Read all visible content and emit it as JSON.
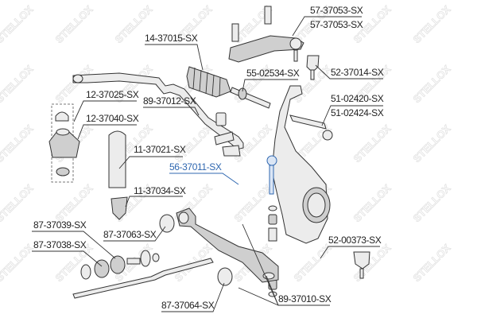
{
  "watermark": "STELLOX",
  "highlight_color": "#2f67b0",
  "labels": {
    "upper_arm_a": "57-37053-SX",
    "upper_arm_b": "57-37053-SX",
    "rack_boot": "14-37015-SX",
    "upper_ball_joint": "52-37014-SX",
    "tie_rod_axial": "55-02534-SX",
    "strut_mount_cap": "12-37025-SX",
    "stab_bushing": "89-37012-SX",
    "tie_rod_end_a": "51-02420-SX",
    "tie_rod_end_b": "51-02424-SX",
    "strut_mount": "12-37040-SX",
    "dust_boot": "11-37021-SX",
    "stab_link": "56-37011-SX",
    "bump_stop": "11-37034-SX",
    "radius_bushing_a": "87-37039-SX",
    "arm_bushing_front": "87-37063-SX",
    "lower_ball_joint": "52-00373-SX",
    "radius_bushing_b": "87-37038-SX",
    "arm_bushing_rear": "87-37064-SX",
    "link_bushing_kit": "89-37010-SX"
  }
}
